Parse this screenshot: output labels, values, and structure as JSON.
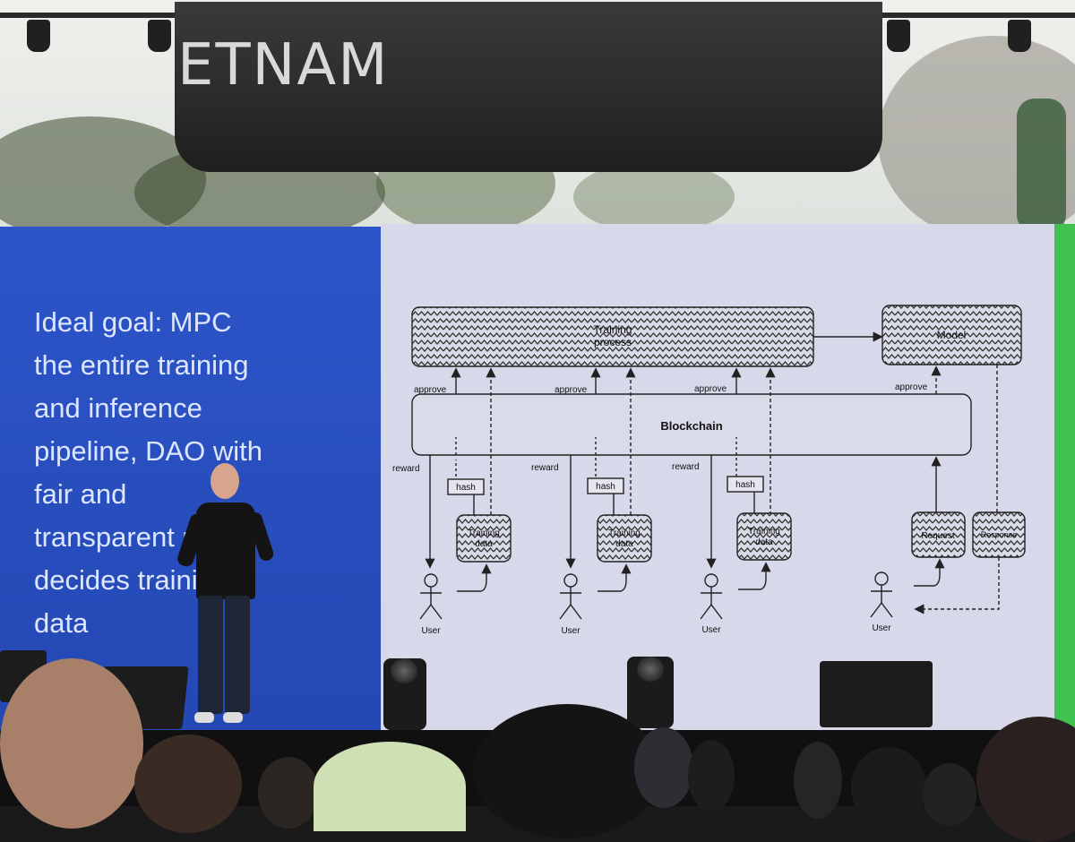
{
  "banner": {
    "text": "ETNAM"
  },
  "slide": {
    "lines": [
      "Ideal goal: MPC",
      "the entire training",
      "and inference",
      "pipeline, DAO with",
      "fair and",
      "transparent rules",
      "decides training",
      "data"
    ]
  },
  "diagram": {
    "training_process": "Training process",
    "model": "Model",
    "blockchain": "Blockchain",
    "approve": "approve",
    "reward": "reward",
    "hash": "hash",
    "training_data": "Training data",
    "request": "Request",
    "response": "Response",
    "user": "User"
  },
  "colors": {
    "slide_blue": "#2a4fc2",
    "screen_lavender": "#d7d9ea",
    "screen_green": "#3fc24f"
  }
}
